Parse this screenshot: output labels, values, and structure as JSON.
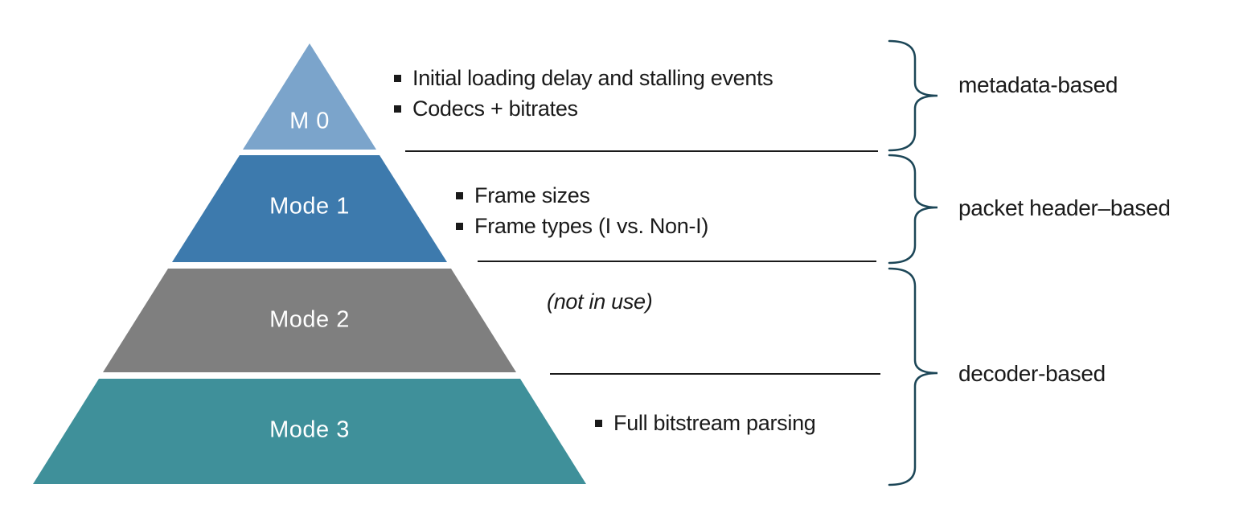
{
  "pyramid": {
    "levels": [
      {
        "label": "M 0",
        "color": "#7BA4CB",
        "bullets": [
          "Initial loading delay and stalling events",
          "Codecs + bitrates"
        ]
      },
      {
        "label": "Mode 1",
        "color": "#3D7AAD",
        "bullets": [
          "Frame sizes",
          "Frame types (I vs. Non-I)"
        ]
      },
      {
        "label": "Mode 2",
        "color": "#7F7F7F",
        "note": "(not in use)",
        "bullets": []
      },
      {
        "label": "Mode 3",
        "color": "#3F909A",
        "bullets": [
          "Full bitstream parsing"
        ]
      }
    ]
  },
  "groups": [
    {
      "label": "metadata-based"
    },
    {
      "label": "packet header–based"
    },
    {
      "label": "decoder-based"
    }
  ],
  "colors": {
    "brace": "#1C4657",
    "text": "#1A1A1A",
    "separator": "#1A1A1A",
    "background": "#FFFFFF",
    "level_label_text": "#FFFFFF"
  }
}
